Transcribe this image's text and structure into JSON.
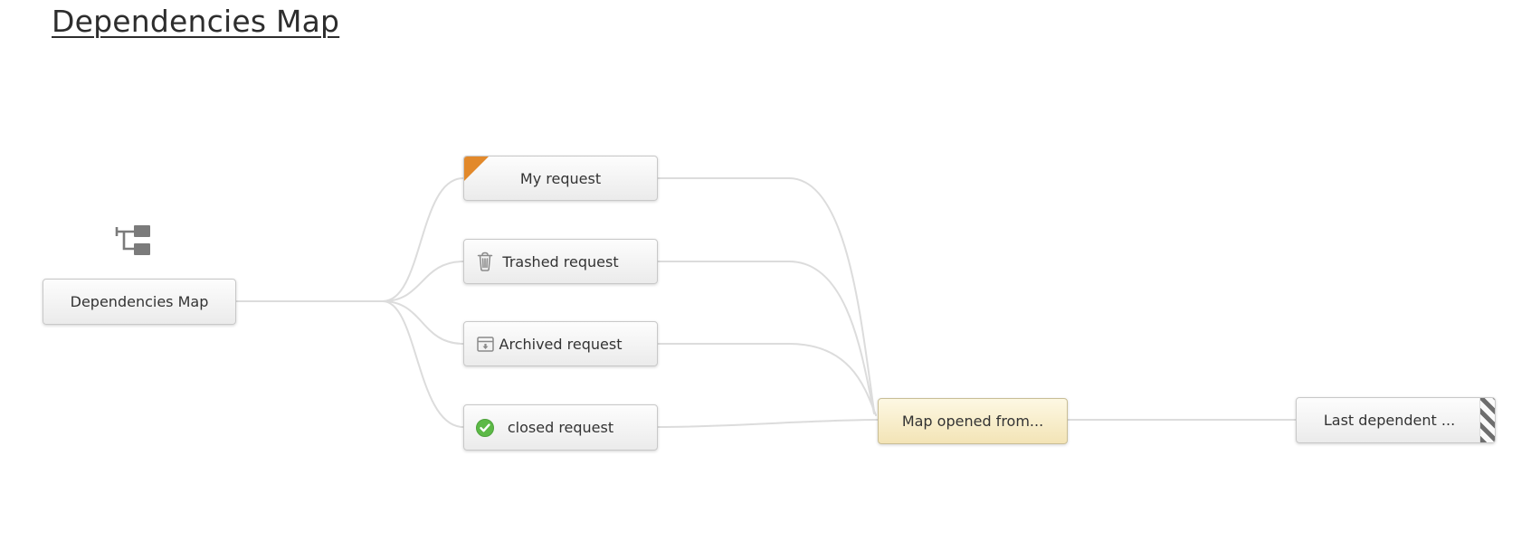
{
  "page": {
    "title": "Dependencies Map"
  },
  "diagram": {
    "root": {
      "label": "Dependencies Map",
      "icon": "tree-icon"
    },
    "branches": [
      {
        "label": "My request",
        "marker": "orange-corner-flag"
      },
      {
        "label": "Trashed request",
        "icon": "trash-icon"
      },
      {
        "label": "Archived request",
        "icon": "archive-icon"
      },
      {
        "label": "closed request",
        "icon": "check-circle-icon"
      }
    ],
    "target": {
      "label": "Map opened from...",
      "style": "highlighted-cream"
    },
    "terminal": {
      "label": "Last dependent ...",
      "marker": "striped-right-edge"
    }
  },
  "colors": {
    "accent_orange": "#E2892B",
    "success_green": "#5CB946",
    "highlight_bg_top": "#FDF8E3",
    "highlight_bg_bottom": "#F3E4B6",
    "node_bg_top": "#FDFDFD",
    "node_bg_bottom": "#EBEBEB",
    "node_border": "#C8C8C8",
    "connector": "#DCDCDC",
    "icon_gray": "#8A8A8A",
    "stripe_dark": "#6E6E6E",
    "text": "#333333"
  }
}
